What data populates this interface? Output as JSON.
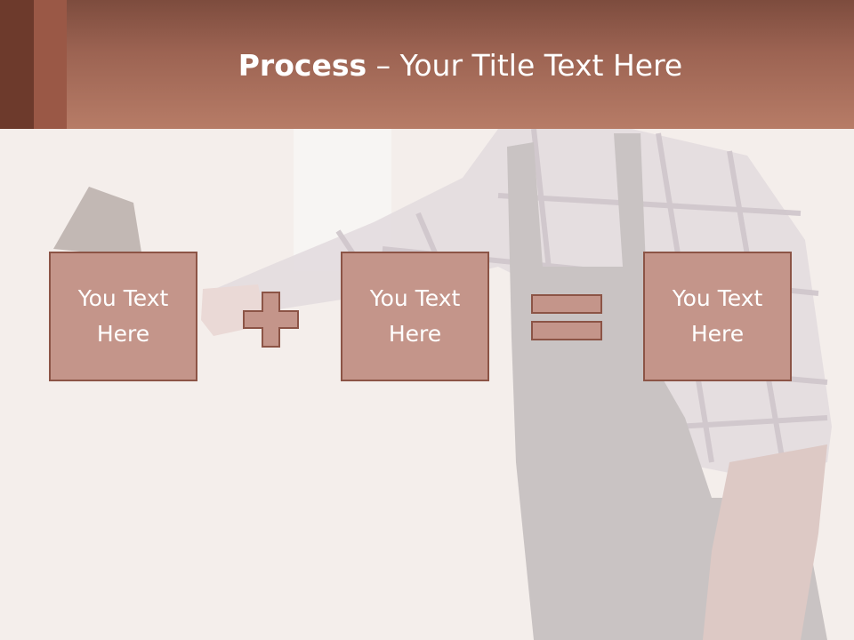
{
  "slide": {
    "title_bold": "Process",
    "title_dash": " – ",
    "title_rest": "Your Title Text Here"
  },
  "boxes": [
    {
      "line1": "You Text",
      "line2": "Here"
    },
    {
      "line1": "You Text",
      "line2": "Here"
    },
    {
      "line1": "You Text",
      "line2": "Here"
    }
  ],
  "operators": {
    "first": "plus-icon",
    "second": "equals-icon"
  },
  "colors": {
    "header": "#b77c67",
    "header_dark": "#7d4c3e",
    "box_fill": "#c4958a",
    "box_border": "#8c5446",
    "operator_fill": "#c4958a"
  }
}
